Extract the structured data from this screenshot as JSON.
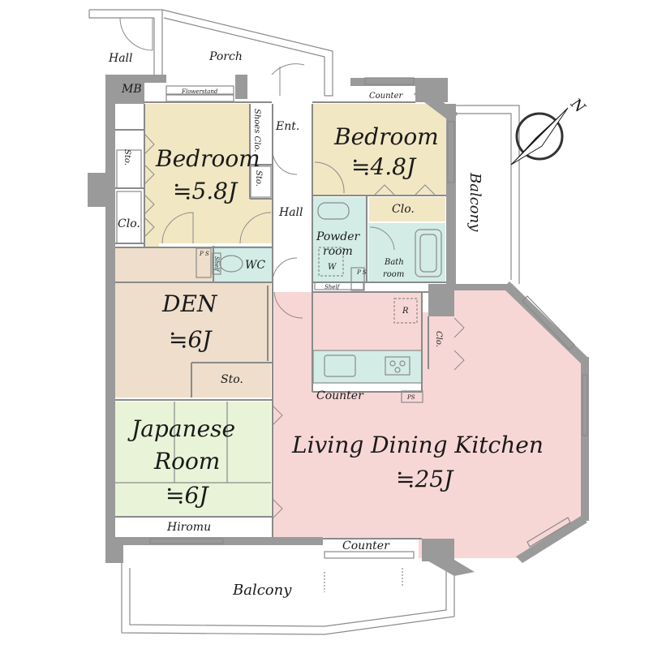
{
  "rooms": {
    "bedroom1": {
      "name": "Bedroom",
      "size": "≒5.8J"
    },
    "bedroom2": {
      "name": "Bedroom",
      "size": "≒4.8J"
    },
    "den": {
      "name": "DEN",
      "size": "≒6J"
    },
    "japanese": {
      "name1": "Japanese",
      "name2": "Room",
      "size": "≒6J"
    },
    "ldk": {
      "name": "Living Dining Kitchen",
      "size": "≒25J"
    }
  },
  "labels": {
    "hall_top": "Hall",
    "porch": "Porch",
    "mb": "MB",
    "flowerstand": "Flowerstand",
    "counter_top": "Counter",
    "ent": "Ent.",
    "shoes_clo": "Shoes Clo.",
    "sto_shoes": "Sto.",
    "sto_left": "Sto.",
    "clo_left": "Clo.",
    "hall_mid": "Hall",
    "clo_bed2": "Clo.",
    "balcony_right": "Balcony",
    "powder1": "Powder",
    "powder2": "room",
    "w": "W",
    "shelf1": "Shelf",
    "shelf2": "Shelf",
    "bath1": "Bath",
    "bath2": "room",
    "ps1": "P S",
    "ps2": "P S",
    "wc": "WC",
    "r": "R",
    "clo_ldk": "Clo.",
    "sto_den": "Sto.",
    "counter_kitchen": "Counter",
    "ps_kitchen": "PS",
    "hiromu": "Hiromu",
    "counter_bottom": "Counter",
    "balcony_bottom": "Balcony",
    "compass": "N"
  },
  "colors": {
    "bedroom": "#f1e7c3",
    "den": "#eedecb",
    "japanese": "#e9f3d8",
    "ldk": "#f7d7d6",
    "wet": "#d3ece6",
    "wall": "#9a9a9a"
  }
}
